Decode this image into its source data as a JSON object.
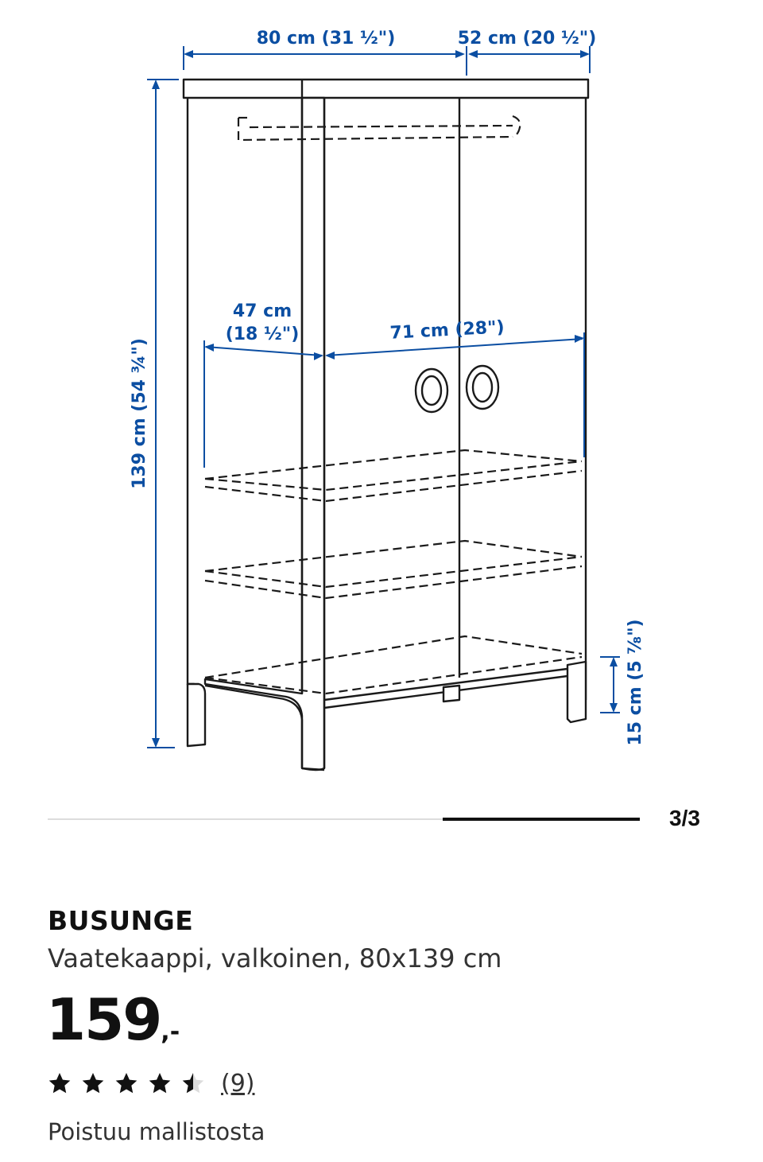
{
  "diagram": {
    "width_label": "80 cm (31 ½\")",
    "depth_label": "52 cm (20 ½\")",
    "height_label": "139 cm (54 ¾\")",
    "left_inner_label_line1": "47 cm",
    "left_inner_label_line2": "(18 ½\")",
    "right_inner_label": "71 cm (28\")",
    "leg_height_label": "15 cm (5 ⅞\")",
    "accent_color": "#0b4ea2"
  },
  "carousel": {
    "page_counter": "3/3",
    "current_page": 3,
    "total_pages": 3
  },
  "product": {
    "name": "BUSUNGE",
    "description": "Vaatekaappi, valkoinen, 80x139 cm",
    "price_main": "159",
    "price_suffix": ",-",
    "rating": 4.5,
    "rating_max": 5,
    "review_count": "(9)",
    "status": "Poistuu mallistosta"
  }
}
